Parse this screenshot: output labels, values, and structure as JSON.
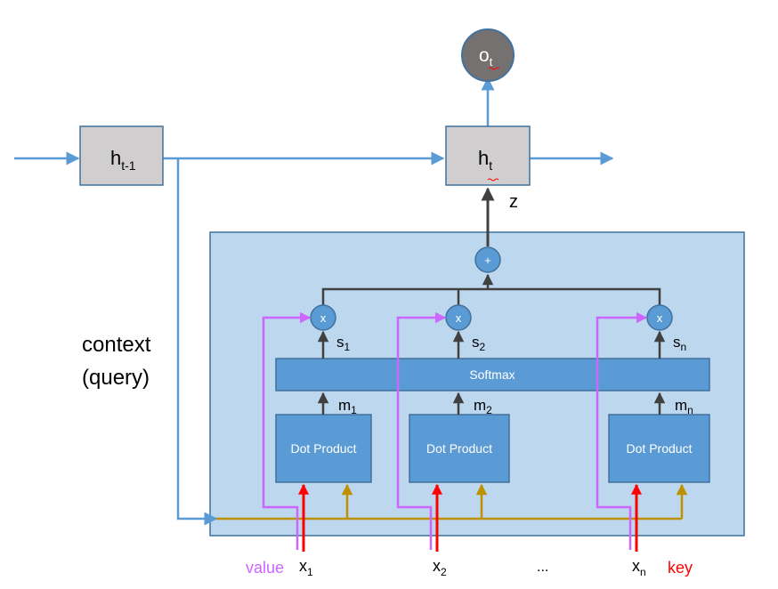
{
  "nodes": {
    "h_prev": {
      "base": "h",
      "sub": "t-1"
    },
    "h_t": {
      "base": "h",
      "sub": "t"
    },
    "o_t": {
      "base": "o",
      "sub": "t"
    }
  },
  "labels": {
    "z": "z",
    "context_line1": "context",
    "context_line2": "(query)",
    "plus": "+",
    "softmax": "Softmax",
    "value": "value",
    "key": "key",
    "ellipsis": "..."
  },
  "columns": [
    {
      "mult": "x",
      "s_base": "s",
      "s_sub": "1",
      "m_base": "m",
      "m_sub": "1",
      "dot": "Dot Product",
      "x_base": "x",
      "x_sub": "1"
    },
    {
      "mult": "x",
      "s_base": "s",
      "s_sub": "2",
      "m_base": "m",
      "m_sub": "2",
      "dot": "Dot Product",
      "x_base": "x",
      "x_sub": "2"
    },
    {
      "mult": "x",
      "s_base": "s",
      "s_sub": "n",
      "m_base": "m",
      "m_sub": "n",
      "dot": "Dot Product",
      "x_base": "x",
      "x_sub": "n"
    }
  ],
  "colors": {
    "flow_blue": "#5b9bd5",
    "panel_fill": "#bdd7ee",
    "panel_stroke": "#41719c",
    "block_fill": "#5b9bd5",
    "h_fill": "#d0cece",
    "o_fill": "#767171",
    "dark_arrow": "#404040",
    "value_purple": "#cc66ff",
    "key_red": "#ff0000",
    "query_gold": "#bf9000"
  }
}
